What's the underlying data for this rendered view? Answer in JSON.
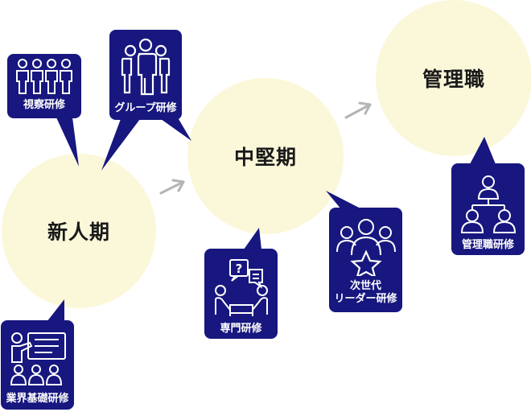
{
  "colors": {
    "circle": "#fbf7d9",
    "card": "#17177f",
    "arrow": "#b4b4b4",
    "text": "#1a1a1a"
  },
  "stages": [
    {
      "id": "shinjin",
      "label": "新人期"
    },
    {
      "id": "chuken",
      "label": "中堅期"
    },
    {
      "id": "kanri",
      "label": "管理職"
    }
  ],
  "trainings": [
    {
      "id": "inspection",
      "icon": "team-row-icon",
      "lines": [
        "視察研修"
      ]
    },
    {
      "id": "group",
      "icon": "group-icon",
      "lines": [
        "グループ研修"
      ]
    },
    {
      "id": "industry",
      "icon": "presentation-icon",
      "lines": [
        "業界基礎研修"
      ]
    },
    {
      "id": "specialist",
      "icon": "discussion-icon",
      "lines": [
        "専門研修"
      ]
    },
    {
      "id": "nextgen",
      "icon": "leader-star-icon",
      "lines": [
        "次世代",
        "リーダー研修"
      ]
    },
    {
      "id": "management",
      "icon": "hierarchy-icon",
      "lines": [
        "管理職研修"
      ]
    }
  ]
}
